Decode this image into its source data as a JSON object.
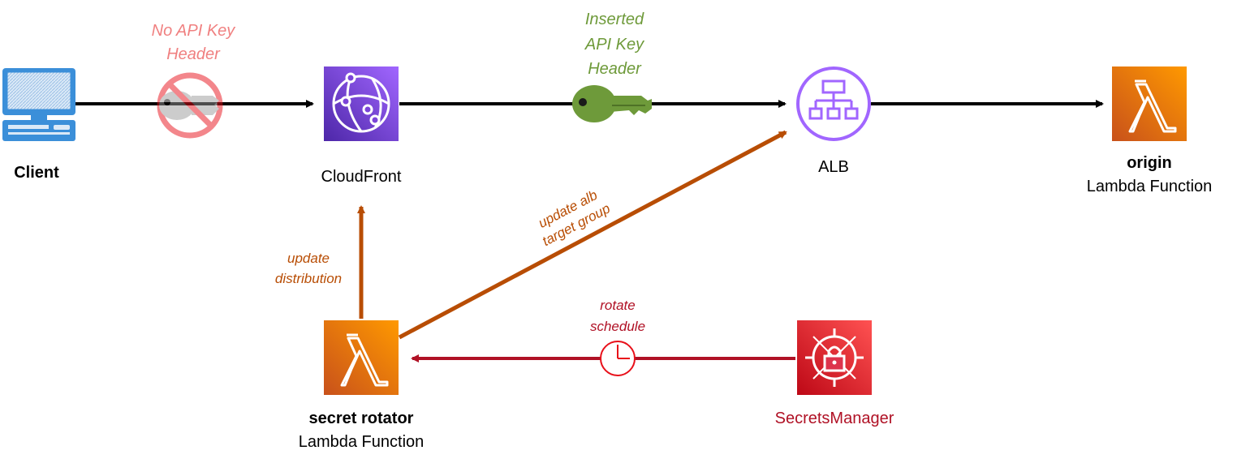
{
  "nodes": {
    "client": {
      "label": "Client"
    },
    "cloudfront": {
      "label": "CloudFront"
    },
    "alb": {
      "label": "ALB"
    },
    "origin": {
      "label_bold": "origin",
      "label": "Lambda Function"
    },
    "rotator": {
      "label_bold": "secret rotator",
      "label": "Lambda Function"
    },
    "secrets": {
      "label": "SecretsManager"
    }
  },
  "annotations": {
    "no_key": [
      "No API Key",
      "Header"
    ],
    "inserted_key": [
      "Inserted",
      "API Key",
      "Header"
    ],
    "update_distribution": [
      "update",
      "distribution"
    ],
    "update_alb": [
      "update alb",
      "target group"
    ],
    "rotate_schedule": [
      "rotate",
      "schedule"
    ]
  },
  "colors": {
    "flow": "#000000",
    "update_arrow": "#b84d04",
    "rotate_arrow": "#b01125",
    "no_key_text": "#f08080",
    "inserted_text": "#6e9a3a",
    "update_text": "#b84d04",
    "rotate_text": "#b01125",
    "secrets_label": "#b01125",
    "cloudfront_icon": "#7b44d8",
    "alb_icon": "#a166ff",
    "lambda_icon": "#ed7100",
    "secrets_icon": "#dd344c",
    "client_icon": "#3b8fd9",
    "key_green": "#6e9a3a"
  },
  "icons": {
    "client": "desktop-computer-icon",
    "cloudfront": "cloudfront-icon",
    "alb": "load-balancer-icon",
    "origin": "lambda-icon",
    "rotator": "lambda-icon",
    "secrets": "secrets-manager-icon",
    "no_key": "no-key-icon",
    "key": "key-icon",
    "clock": "clock-icon"
  }
}
